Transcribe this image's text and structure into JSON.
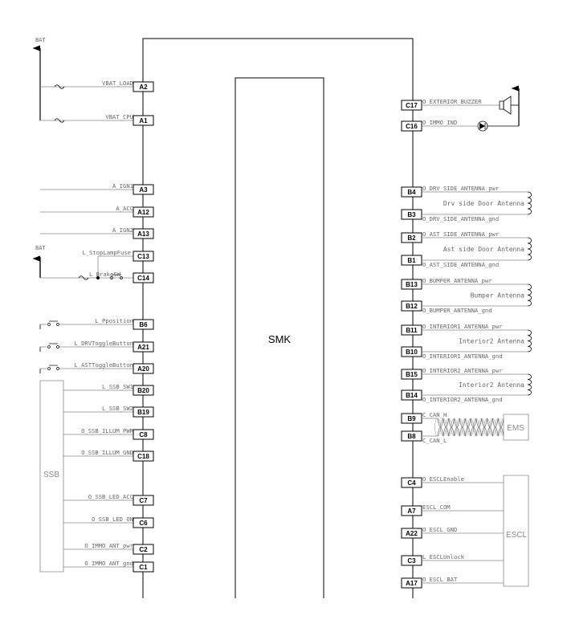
{
  "title": "SMK",
  "bat_labels": [
    "BAT",
    "BAT"
  ],
  "left_pins": [
    {
      "pin": "A2",
      "signal": "VBAT_LOAD"
    },
    {
      "pin": "A1",
      "signal": "VBAT_CPU"
    },
    {
      "pin": "A3",
      "signal": "A_IGN1"
    },
    {
      "pin": "A12",
      "signal": "A_ACC"
    },
    {
      "pin": "A13",
      "signal": "A_IGN2"
    },
    {
      "pin": "C13",
      "signal": "L_StopLampFuse"
    },
    {
      "pin": "C14",
      "signal": "L_BrakeSW"
    },
    {
      "pin": "B6",
      "signal": "L_Pposition"
    },
    {
      "pin": "A21",
      "signal": "L_DRVToggleButton"
    },
    {
      "pin": "A20",
      "signal": "L_ASTToggleButton"
    },
    {
      "pin": "B20",
      "signal": "L_SSB_SW1"
    },
    {
      "pin": "B19",
      "signal": "L_SSB_SW2"
    },
    {
      "pin": "C8",
      "signal": "O_SSB_ILLUM_PWR"
    },
    {
      "pin": "C18",
      "signal": "O_SSB_ILLUM_GND"
    },
    {
      "pin": "C7",
      "signal": "O_SSB_LED_ACC"
    },
    {
      "pin": "C6",
      "signal": "O_SSB_LED_ON"
    },
    {
      "pin": "C2",
      "signal": "O_IMMO_ANT_pwr"
    },
    {
      "pin": "C1",
      "signal": "O_IMMO_ANT_gnd"
    }
  ],
  "right_pins": [
    {
      "pin": "C17",
      "signal": "O_EXTERIOR_BUZZER"
    },
    {
      "pin": "C16",
      "signal": "O_IMMO_IND"
    },
    {
      "pin": "B4",
      "signal": "O_DRV_SIDE_ANTENNA_pwr"
    },
    {
      "pin": "B3",
      "signal": "O_DRV_SIDE_ANTENNA_gnd"
    },
    {
      "pin": "B2",
      "signal": "O_AST_SIDE_ANTENNA_pwr"
    },
    {
      "pin": "B1",
      "signal": "O_AST_SIDE_ANTENNA_gnd"
    },
    {
      "pin": "B13",
      "signal": "O_BUMPER_ANTENNA_pwr"
    },
    {
      "pin": "B12",
      "signal": "O_BUMPER_ANTENNA_gnd"
    },
    {
      "pin": "B11",
      "signal": "O_INTERIOR1_ANTENNA_pwr"
    },
    {
      "pin": "B10",
      "signal": "O_INTERIOR1_ANTENNA_gnd"
    },
    {
      "pin": "B15",
      "signal": "O_INTERIOR2_ANTENNA_pwr"
    },
    {
      "pin": "B14",
      "signal": "O_INTERIOR2_ANTENNA_gnd"
    },
    {
      "pin": "B9",
      "signal": "C_CAN_H"
    },
    {
      "pin": "B8",
      "signal": "C_CAN_L"
    },
    {
      "pin": "C4",
      "signal": "O_ESCLEnable"
    },
    {
      "pin": "A7",
      "signal": "ESCL_COM"
    },
    {
      "pin": "A22",
      "signal": "O_ESCL_GND"
    },
    {
      "pin": "C3",
      "signal": "L_ESCLUnlock"
    },
    {
      "pin": "A17",
      "signal": "O_ESCL_BAT"
    }
  ],
  "antennas": [
    "Drv side Door Antenna",
    "Ast side Door Antenna",
    "Bumper Antenna",
    "Interior2 Antenna",
    "Interior2 Antenna"
  ],
  "modules": {
    "ssb": "SSB",
    "ems": "EMS",
    "escl": "ESCL"
  },
  "colors": {
    "line": "#000000",
    "wire": "#888888",
    "text": "#666666"
  }
}
